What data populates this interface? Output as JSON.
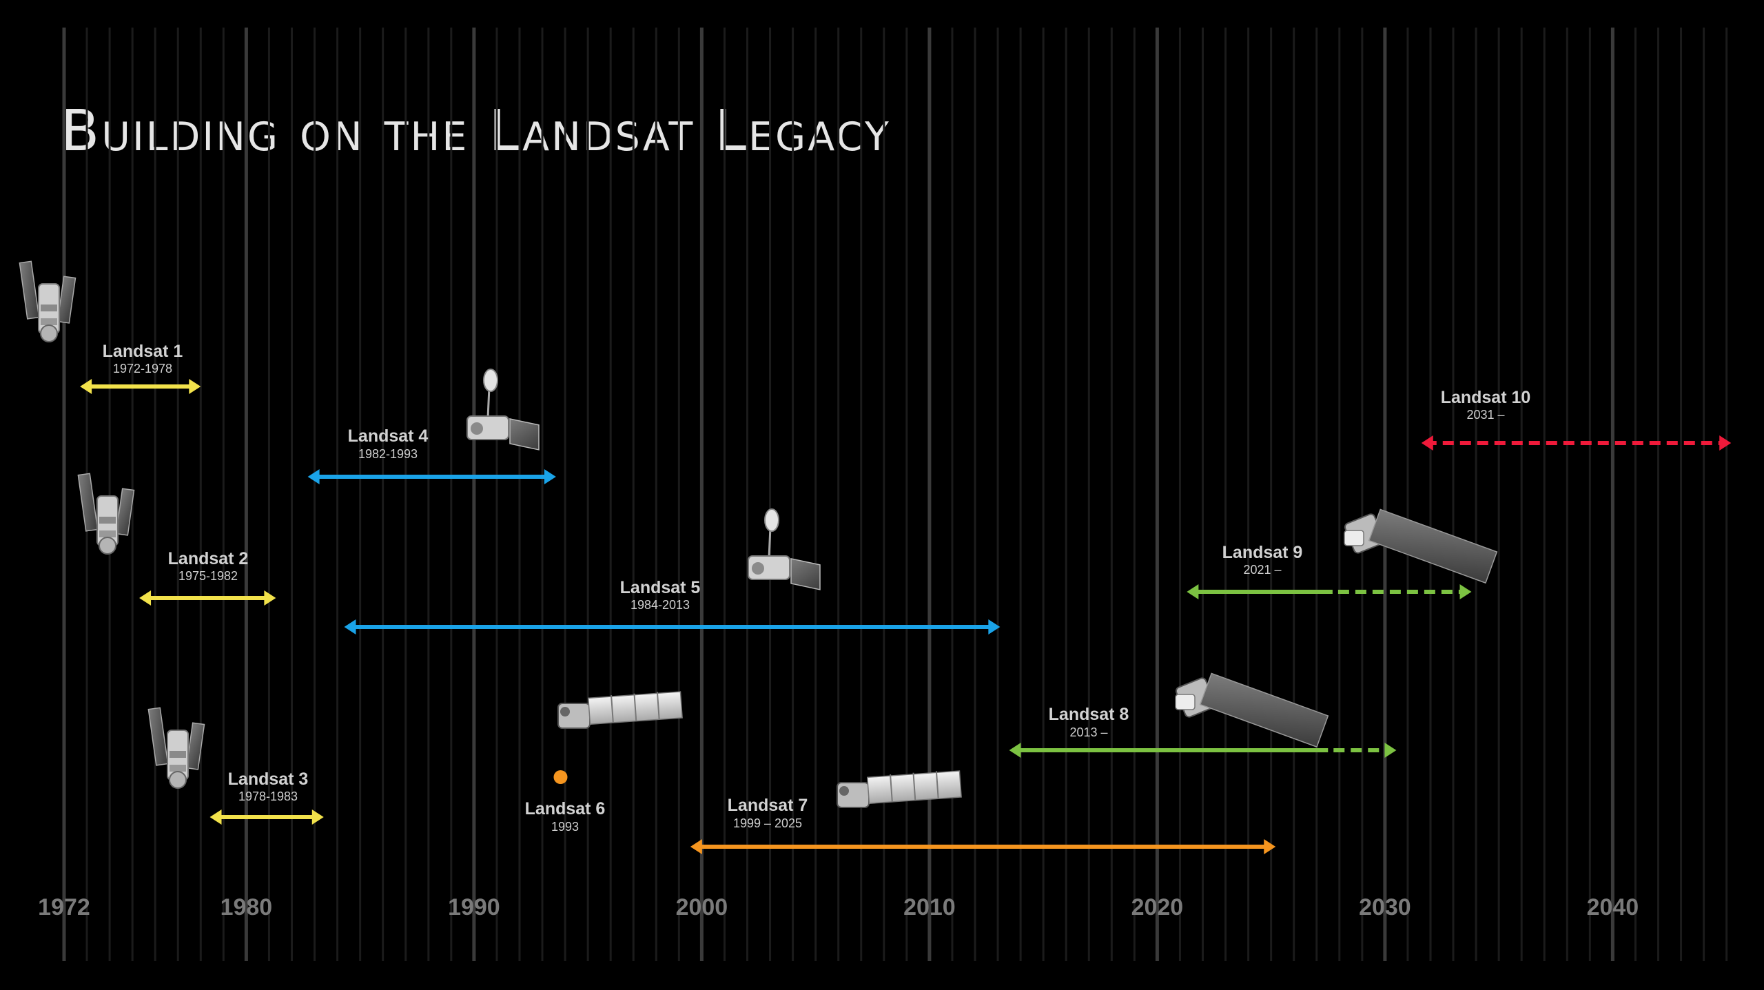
{
  "title": "Building on the Landsat Legacy",
  "chart_data": {
    "type": "timeline",
    "title": "Building on the Landsat Legacy",
    "xlabel": "",
    "ylabel": "",
    "xlim": [
      1972,
      2045.5
    ],
    "x_ticks": [
      1972,
      1980,
      1990,
      2000,
      2010,
      2020,
      2030,
      2040
    ],
    "grid": true,
    "missions": [
      {
        "name": "Landsat 1",
        "years_label": "1972-1978",
        "start": 1972.7,
        "end": 1978.0,
        "color": "#f2e24b",
        "style": "solid",
        "icon": "landsat-1-satellite-icon"
      },
      {
        "name": "Landsat 2",
        "years_label": "1975-1982",
        "start": 1975.3,
        "end": 1981.3,
        "color": "#f2e24b",
        "style": "solid",
        "icon": "landsat-2-satellite-icon"
      },
      {
        "name": "Landsat 3",
        "years_label": "1978-1983",
        "start": 1978.4,
        "end": 1983.4,
        "color": "#f2e24b",
        "style": "solid",
        "icon": "landsat-3-satellite-icon"
      },
      {
        "name": "Landsat 4",
        "years_label": "1982-1993",
        "start": 1982.7,
        "end": 1993.6,
        "color": "#1aa3e8",
        "style": "solid",
        "icon": "landsat-4-satellite-icon"
      },
      {
        "name": "Landsat 5",
        "years_label": "1984-2013",
        "start": 1984.3,
        "end": 2013.1,
        "color": "#1aa3e8",
        "style": "solid",
        "icon": "landsat-5-satellite-icon"
      },
      {
        "name": "Landsat 6",
        "years_label": "1993",
        "start": 1993.8,
        "end": 1993.8,
        "color": "#f5951f",
        "style": "point",
        "icon": "landsat-6-satellite-icon"
      },
      {
        "name": "Landsat 7",
        "years_label": "1999 – 2025",
        "start": 1999.5,
        "end": 2025.2,
        "color": "#f5951f",
        "style": "solid",
        "icon": "landsat-7-satellite-icon"
      },
      {
        "name": "Landsat 8",
        "years_label": "2013 –",
        "start": 2013.5,
        "end": 2030.5,
        "dash_from": 2027.5,
        "color": "#7cc242",
        "style": "solid-then-dashed",
        "icon": "landsat-8-satellite-icon"
      },
      {
        "name": "Landsat 9",
        "years_label": "2021 –",
        "start": 2021.3,
        "end": 2033.8,
        "dash_from": 2027.7,
        "color": "#7cc242",
        "style": "solid-then-dashed",
        "icon": "landsat-9-satellite-icon"
      },
      {
        "name": "Landsat 10",
        "years_label": "2031 –",
        "start": 2031.6,
        "end": 2045.2,
        "dash_from": 2031.6,
        "color": "#ef1a3a",
        "style": "dashed",
        "icon": null
      }
    ]
  }
}
